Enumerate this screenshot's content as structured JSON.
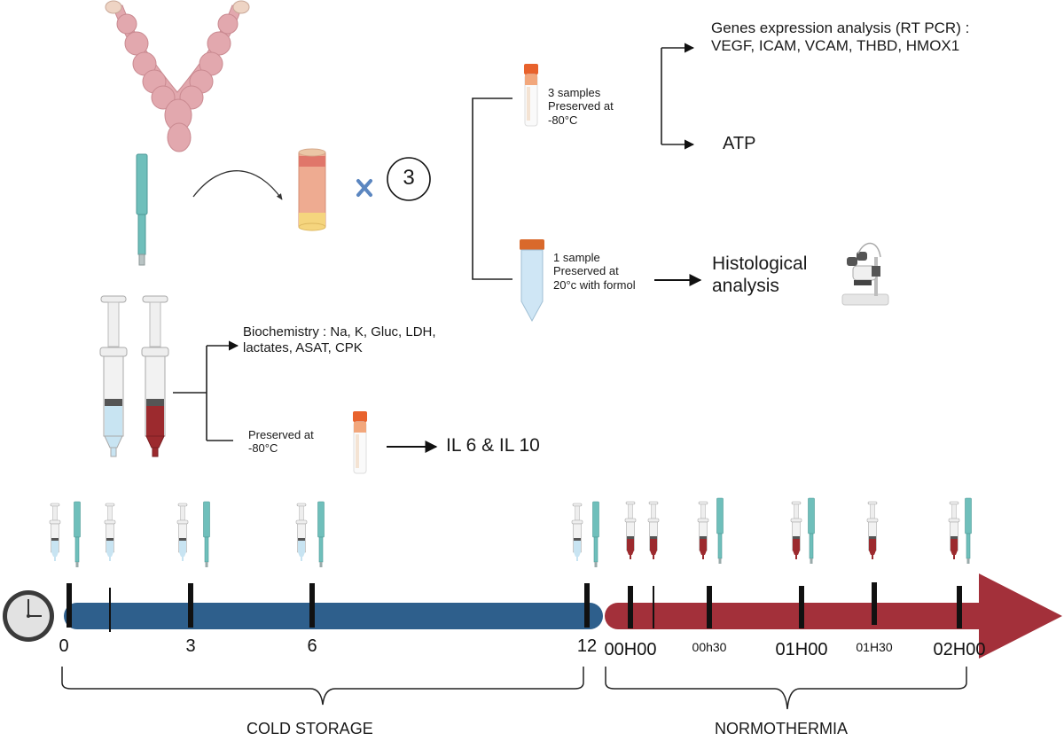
{
  "sampling": {
    "multiplier_symbol": "×",
    "multiplier_count": "3",
    "frozen_branch": {
      "label": "3 samples\nPreserved at\n-80°C"
    },
    "formol_branch": {
      "label": "1 sample\nPreserved at\n20°c with formol"
    },
    "gene_analysis": "Genes expression analysis (RT PCR) :\nVEGF, ICAM, VCAM, THBD, HMOX1",
    "atp": "ATP",
    "histology": "Histological\nanalysis"
  },
  "blood": {
    "biochemistry": "Biochemistry : Na, K, Gluc, LDH,\nlactates, ASAT, CPK",
    "frozen_label": "Preserved at\n-80°C",
    "cytokines": "IL 6 & IL 10"
  },
  "timeline": {
    "colors": {
      "cold": "#2e5f8c",
      "normo": "#a3303a",
      "blue_fluid": "#c8e4f2",
      "blood": "#9c2a2e",
      "biopsy": "#6fbfbb",
      "tube_cap": "#e8622c"
    },
    "cold_phase": {
      "label": "COLD STORAGE",
      "unit": "hours",
      "ticks": [
        {
          "label": "0",
          "value": 0
        },
        {
          "label": "",
          "value": 1
        },
        {
          "label": "3",
          "value": 3
        },
        {
          "label": "6",
          "value": 6
        },
        {
          "label": "12",
          "value": 12
        }
      ],
      "samples": [
        {
          "at": "0",
          "syringe": true,
          "biopsy": true
        },
        {
          "at": "1",
          "syringe": true,
          "biopsy": false
        },
        {
          "at": "3",
          "syringe": true,
          "biopsy": true
        },
        {
          "at": "6",
          "syringe": true,
          "biopsy": true
        },
        {
          "at": "12",
          "syringe": true,
          "biopsy": true
        }
      ]
    },
    "normo_phase": {
      "label": "NORMOTHERMIA",
      "ticks": [
        {
          "label": "00H00",
          "size": "large"
        },
        {
          "label": "",
          "size": "thin"
        },
        {
          "label": "00h30",
          "size": "small"
        },
        {
          "label": "01H00",
          "size": "large"
        },
        {
          "label": "01H30",
          "size": "small"
        },
        {
          "label": "02H00",
          "size": "large"
        }
      ],
      "samples": [
        {
          "at": "00H00",
          "syringes": 2,
          "biopsy": false
        },
        {
          "at": "00h30",
          "syringes": 1,
          "biopsy": true
        },
        {
          "at": "01H00",
          "syringes": 1,
          "biopsy": true
        },
        {
          "at": "01H30",
          "syringes": 1,
          "biopsy": false
        },
        {
          "at": "02H00",
          "syringes": 1,
          "biopsy": true
        }
      ]
    }
  }
}
